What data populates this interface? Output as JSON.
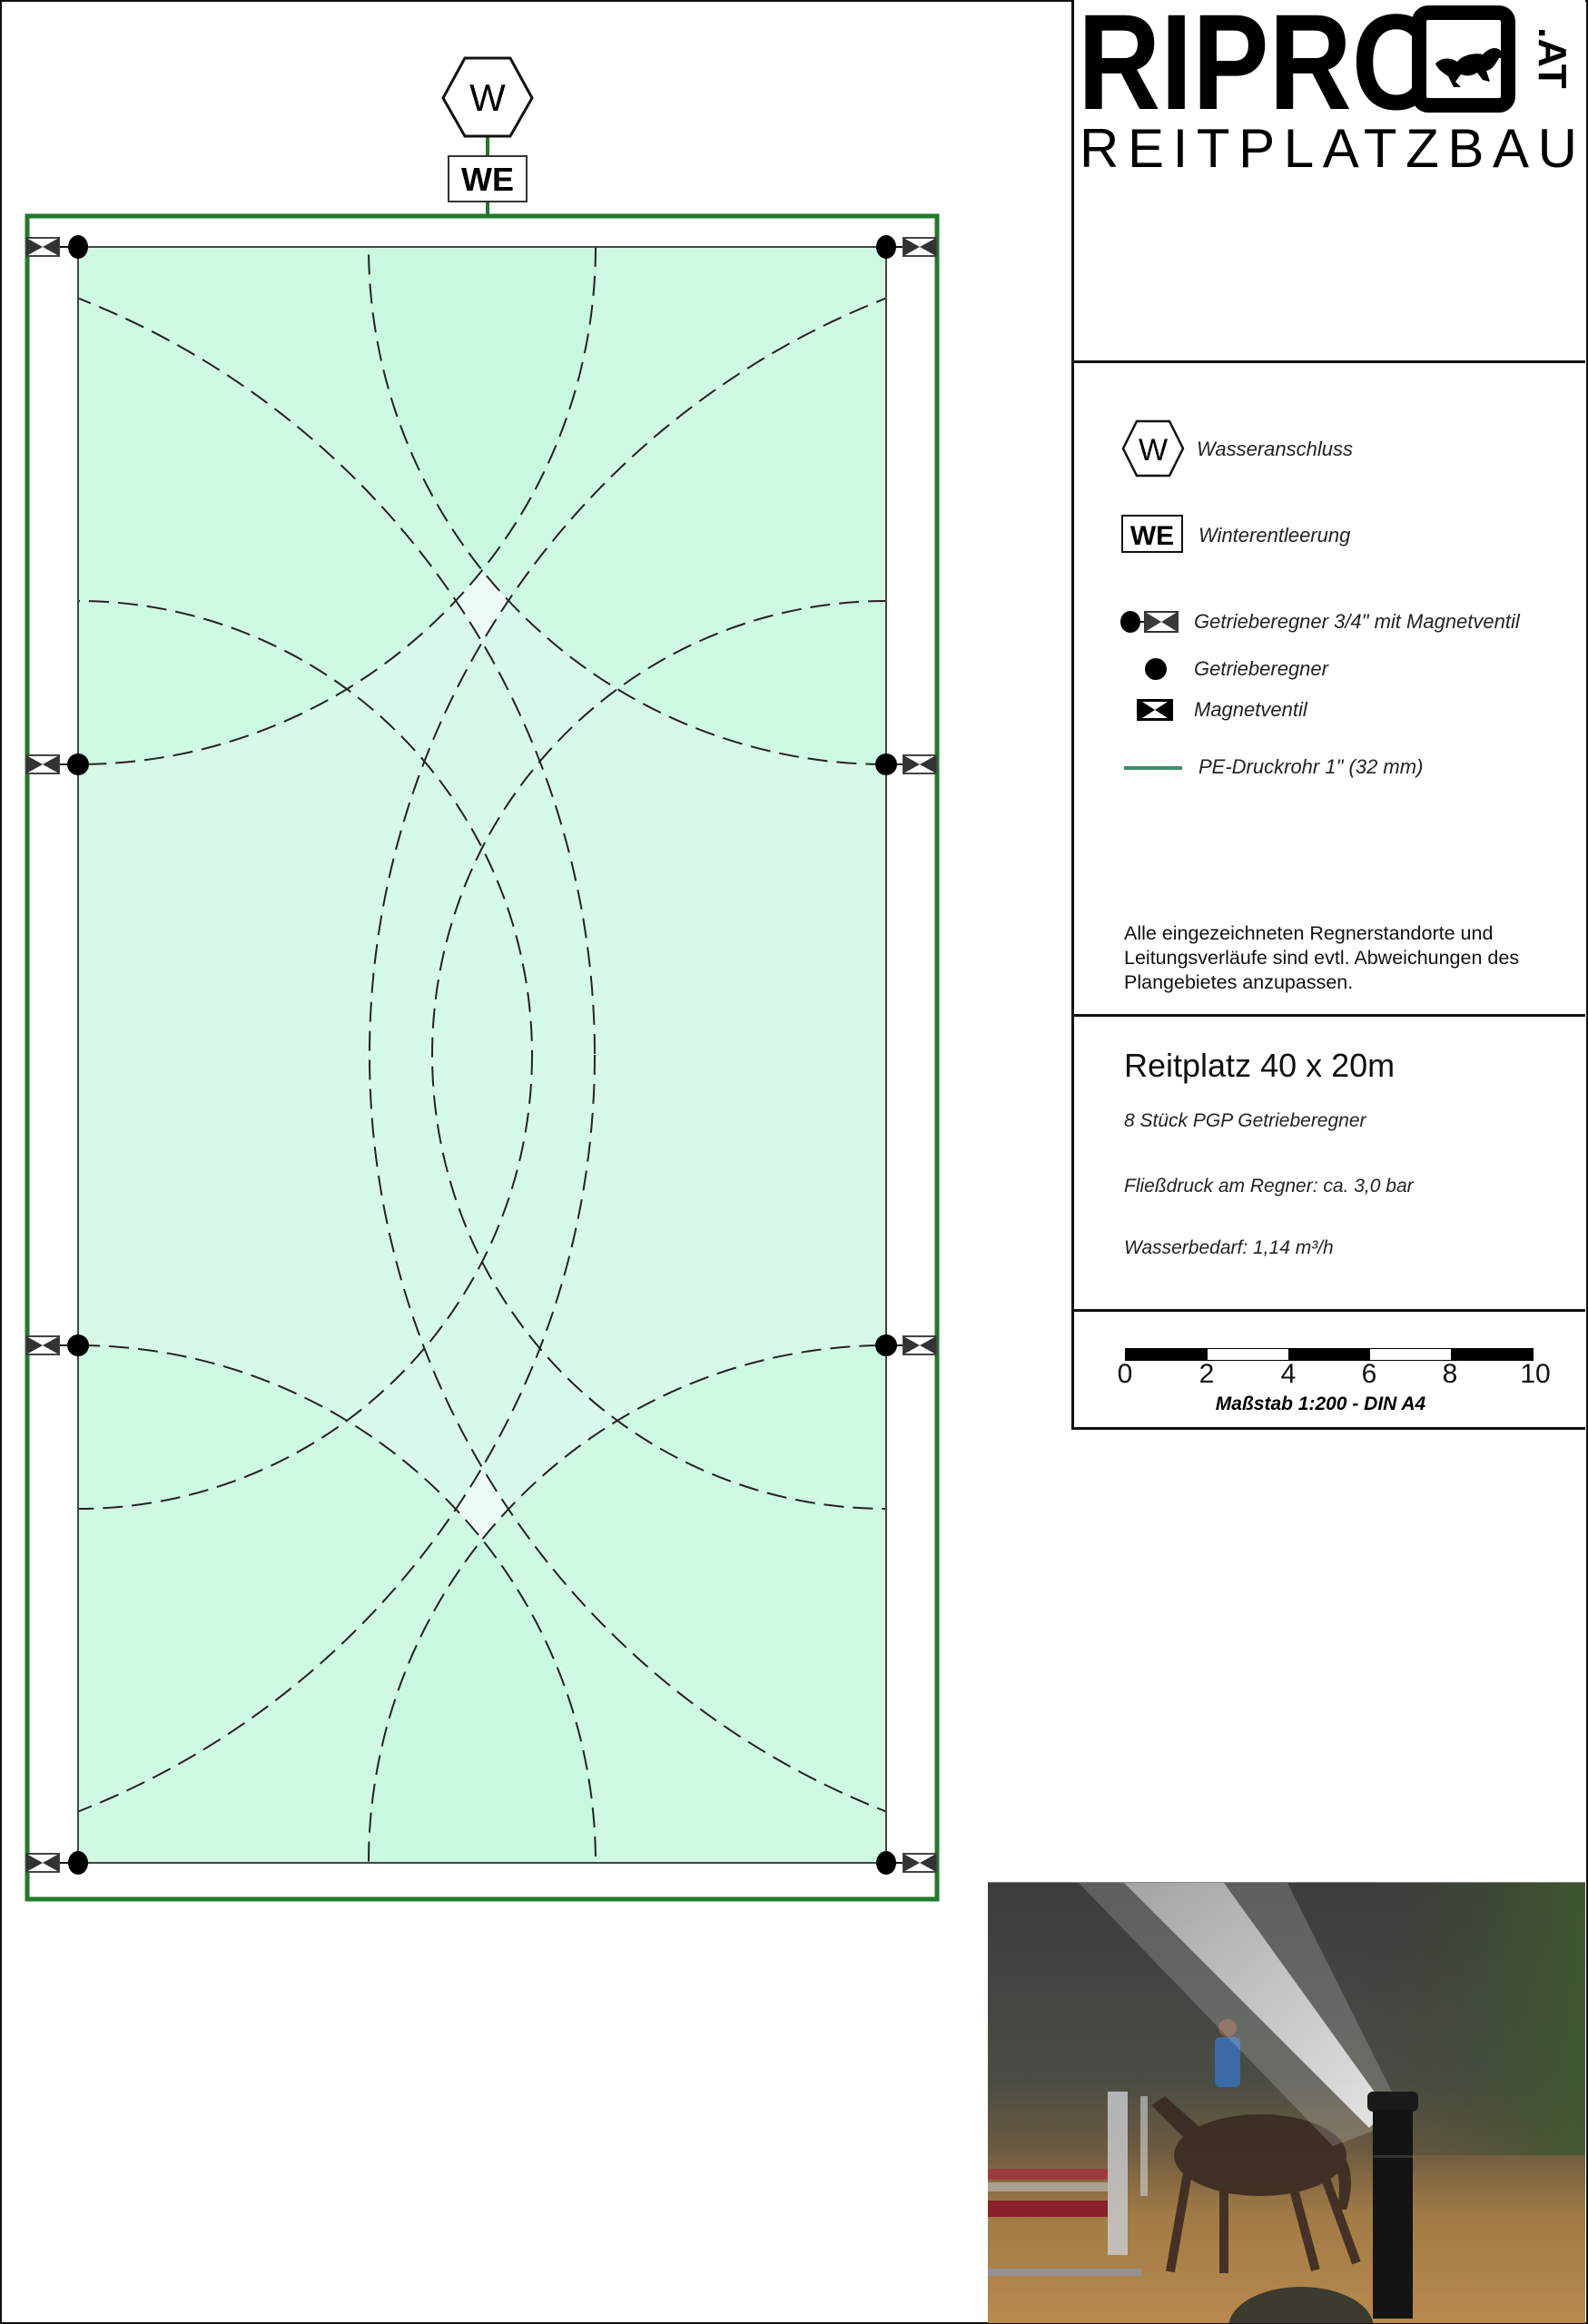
{
  "plan": {
    "water_connection_symbol": "W",
    "winter_drain_symbol": "WE",
    "pipe_color": "#1f7a2a",
    "coverage_fill": "#d6f9e8",
    "coverage_fill_light": "#ecfcf4",
    "coverage_overlap": "#c6f7df",
    "sprinklers": [
      {
        "id": "left-1",
        "side": "left",
        "row": 1
      },
      {
        "id": "left-2",
        "side": "left",
        "row": 2
      },
      {
        "id": "left-3",
        "side": "left",
        "row": 3
      },
      {
        "id": "left-4",
        "side": "left",
        "row": 4
      },
      {
        "id": "right-1",
        "side": "right",
        "row": 1
      },
      {
        "id": "right-2",
        "side": "right",
        "row": 2
      },
      {
        "id": "right-3",
        "side": "right",
        "row": 3
      },
      {
        "id": "right-4",
        "side": "right",
        "row": 4
      }
    ]
  },
  "logo": {
    "brand": "RIPRO",
    "tld": ".AT",
    "subtitle": "REITPLATZBAU",
    "icon": "running-horse-icon"
  },
  "legend": {
    "items": [
      {
        "symbol": "W",
        "icon": "hexagon-water-connection-icon",
        "label": "Wasseranschluss"
      },
      {
        "symbol": "WE",
        "icon": "winter-drain-box-icon",
        "label": "Winterentleerung"
      },
      {
        "icon": "sprinkler-with-valve-icon",
        "label": "Getrieberegner 3/4\" mit Magnetventil"
      },
      {
        "icon": "sprinkler-dot-icon",
        "label": "Getrieberegner"
      },
      {
        "icon": "solenoid-valve-icon",
        "label": "Magnetventil"
      },
      {
        "icon": "pipe-line-icon",
        "label": "PE-Druckrohr 1\" (32 mm)",
        "color": "#3a8f6a"
      }
    ],
    "note": "Alle eingezeichneten Regnerstandorte und Leitungsverläufe sind evtl. Abweichungen des Plangebietes anzupassen."
  },
  "info": {
    "title": "Reitplatz 40 x 20m",
    "lines": [
      "8 Stück PGP Getrieberegner",
      "Fließdruck am Regner: ca. 3,0 bar",
      "Wasserbedarf: 1,14 m³/h"
    ]
  },
  "scale": {
    "ticks": [
      "0",
      "2",
      "4",
      "6",
      "8",
      "10"
    ],
    "caption": "Maßstab 1:200 - DIN A4"
  },
  "photo": {
    "description": "Pop-up gear sprinkler spraying water over riding arena with horse and rider"
  }
}
